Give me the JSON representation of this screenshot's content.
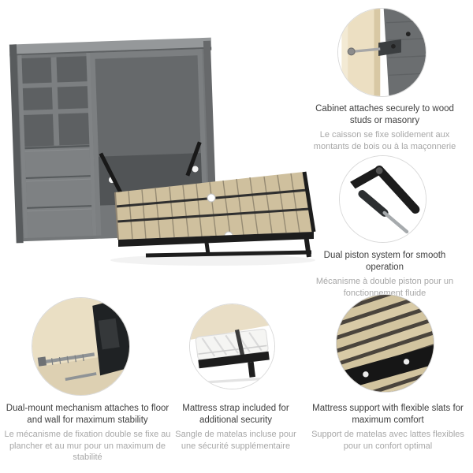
{
  "figure": {
    "description": "Wall bed with storage cabinet - feature highlights"
  },
  "callouts": [
    {
      "id": "wall-attachment",
      "title": "Cabinet attaches securely to wood studs or masonry",
      "subtitle": "Le caisson se fixe solidement aux montants de bois ou à la maçonnerie"
    },
    {
      "id": "dual-piston",
      "title": "Dual piston system for smooth operation",
      "subtitle": "Mécanisme à double piston pour un fonctionnement fluide"
    },
    {
      "id": "dual-mount",
      "title": "Dual-mount mechanism attaches to floor and wall for maximum stability",
      "subtitle": "Le mécanisme de fixation double se fixe au plancher et au mur pour un maximum de stabilité"
    },
    {
      "id": "mattress-strap",
      "title": "Mattress strap included for additional security",
      "subtitle": "Sangle de matelas incluse pour une sécurité supplémentaire"
    },
    {
      "id": "flexible-slats",
      "title": "Mattress support with flexible slats for maximum comfort",
      "subtitle": "Support de matelas avec lattes flexibles pour un confort optimal"
    }
  ],
  "colors": {
    "background": "#ffffff",
    "cabinet_gray": "#747779",
    "cabinet_interior": "#66696b",
    "slat_wood": "#cfc09e",
    "metal_black": "#1d1d1d",
    "stud_beige": "#ecdfc2",
    "title_text": "#3e3e3e",
    "subtitle_text": "#a7a7a7",
    "circle_border": "#d9d9d9"
  }
}
